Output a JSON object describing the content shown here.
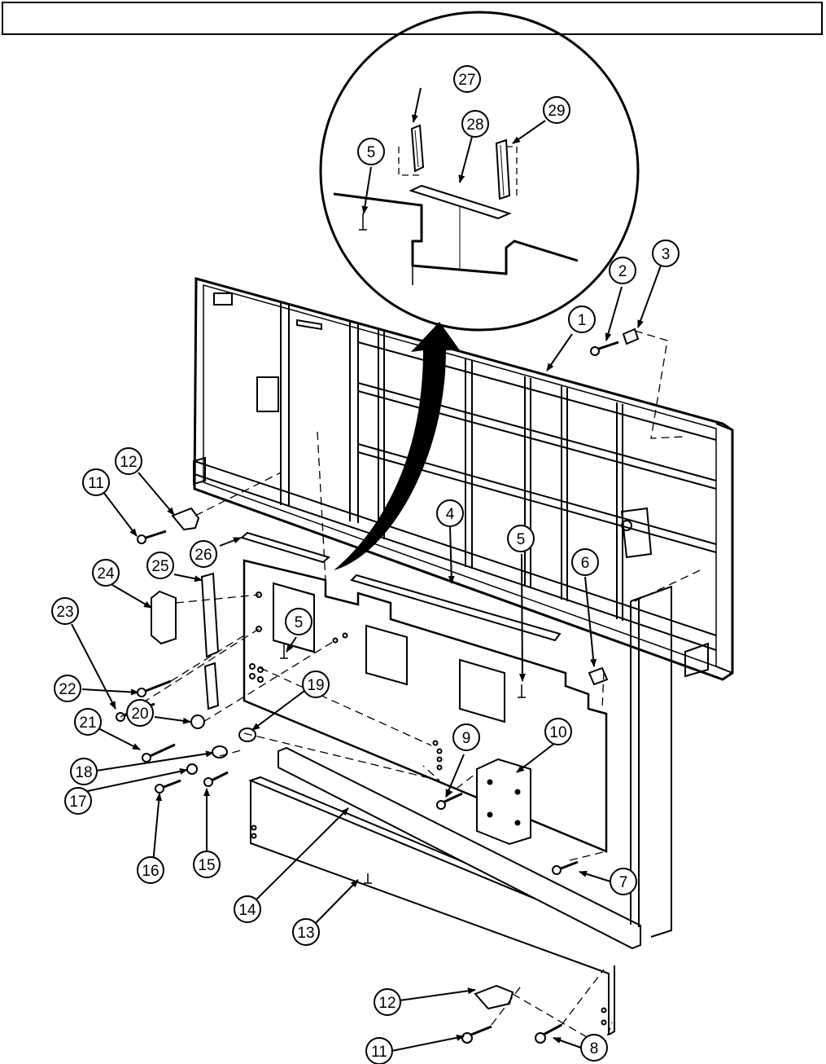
{
  "header": {
    "title": ""
  },
  "callouts": [
    {
      "id": "c1",
      "label": "1"
    },
    {
      "id": "c2",
      "label": "2"
    },
    {
      "id": "c3",
      "label": "3"
    },
    {
      "id": "c4",
      "label": "4"
    },
    {
      "id": "c5a",
      "label": "5"
    },
    {
      "id": "c5b",
      "label": "5"
    },
    {
      "id": "c5c",
      "label": "5"
    },
    {
      "id": "c6",
      "label": "6"
    },
    {
      "id": "c7",
      "label": "7"
    },
    {
      "id": "c8",
      "label": "8"
    },
    {
      "id": "c9",
      "label": "9"
    },
    {
      "id": "c10",
      "label": "10"
    },
    {
      "id": "c11a",
      "label": "11"
    },
    {
      "id": "c11b",
      "label": "11"
    },
    {
      "id": "c12a",
      "label": "12"
    },
    {
      "id": "c12b",
      "label": "12"
    },
    {
      "id": "c13",
      "label": "13"
    },
    {
      "id": "c14",
      "label": "14"
    },
    {
      "id": "c15",
      "label": "15"
    },
    {
      "id": "c16",
      "label": "16"
    },
    {
      "id": "c17",
      "label": "17"
    },
    {
      "id": "c18",
      "label": "18"
    },
    {
      "id": "c19",
      "label": "19"
    },
    {
      "id": "c20",
      "label": "20"
    },
    {
      "id": "c21",
      "label": "21"
    },
    {
      "id": "c22",
      "label": "22"
    },
    {
      "id": "c23",
      "label": "23"
    },
    {
      "id": "c24",
      "label": "24"
    },
    {
      "id": "c25",
      "label": "25"
    },
    {
      "id": "c26",
      "label": "26"
    },
    {
      "id": "c27",
      "label": "27"
    },
    {
      "id": "c28",
      "label": "28"
    },
    {
      "id": "c29",
      "label": "29"
    }
  ]
}
